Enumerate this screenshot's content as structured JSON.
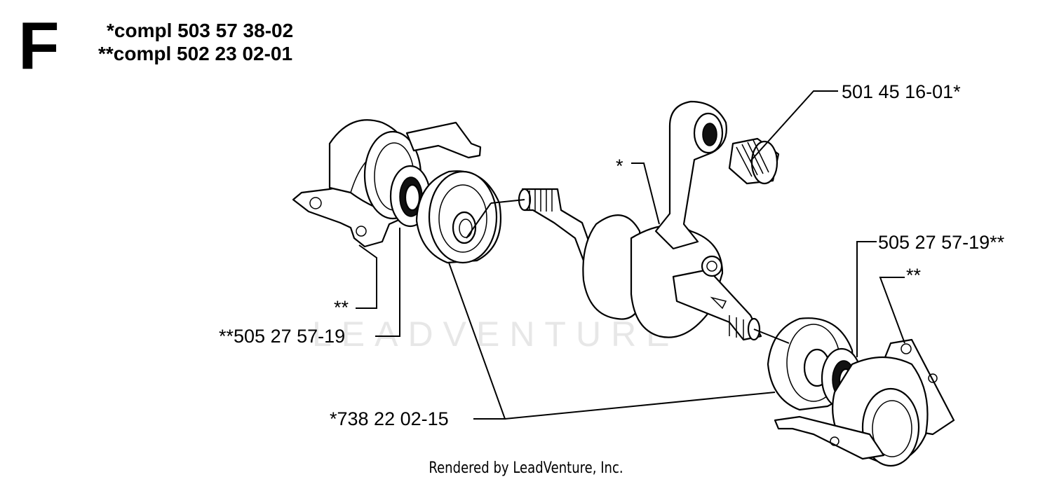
{
  "section": {
    "letter": "F"
  },
  "complete_kits": [
    "*compl 503 57 38-02",
    "**compl 502 23 02-01"
  ],
  "part_labels": {
    "needle_bearing": "501 45 16-01*",
    "connecting_rod": "*",
    "seal_right": "505 27 57-19**",
    "housing_right": "**",
    "housing_left": "**",
    "seal_left": "**505 27 57-19",
    "ball_bearing": "*738 22 02-15"
  },
  "watermark": "LEADVENTURE",
  "footer": "Rendered by LeadVenture, Inc."
}
